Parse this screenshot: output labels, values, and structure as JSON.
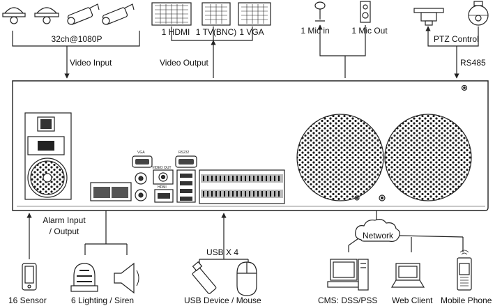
{
  "top": {
    "cameras_caption": "32ch@1080P",
    "video_input": "Video Input",
    "monitors": [
      "1 HDMI",
      "1 TV(BNC)",
      "1 VGA"
    ],
    "video_output": "Video Output",
    "mic_in": "1 Mic in",
    "mic_out": "1 Mic Out",
    "ptz_control": "PTZ Control",
    "rs485": "RS485"
  },
  "panel": {
    "port_vga": "VGA",
    "port_rs232": "RS232",
    "port_video_out": "VIDEO OUT",
    "port_hdmi": "HDMI"
  },
  "bottom": {
    "alarm_io": [
      "Alarm Input",
      "/ Output"
    ],
    "sensor": "16 Sensor",
    "lighting_siren": "6 Lighting / Siren",
    "usb_x4": "USB X 4",
    "usb_devices": "USB Device / Mouse",
    "network": "Network",
    "cms": "CMS: DSS/PSS",
    "web_client": "Web Client",
    "mobile_phone": "Mobile Phone"
  },
  "icons": [
    "dome-camera-icon",
    "bullet-camera-icon",
    "monitor-icon",
    "microphone-icon",
    "speaker-icon",
    "ptz-camera-icon",
    "fan-grille-icon",
    "power-switch-icon",
    "sensor-icon",
    "alarm-light-icon",
    "siren-icon",
    "usb-stick-icon",
    "mouse-icon",
    "cloud-icon",
    "desktop-pc-icon",
    "laptop-icon",
    "mobile-phone-icon"
  ]
}
